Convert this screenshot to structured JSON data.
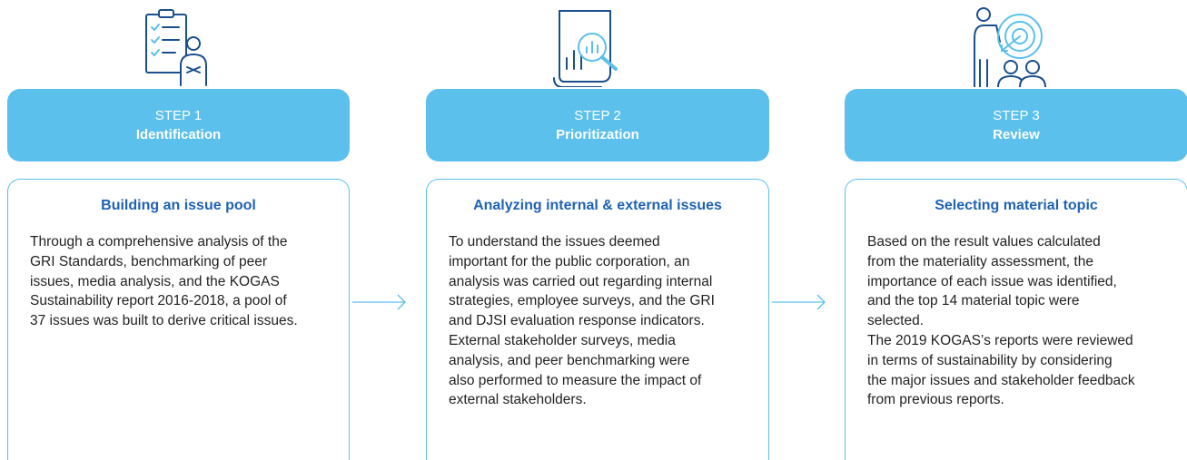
{
  "colors": {
    "accent": "#5bc0ec",
    "title": "#1f62b3",
    "icon_stroke": "#1a4f8c"
  },
  "steps": [
    {
      "icon": "checklist-person-icon",
      "step_label": "STEP 1",
      "step_name": "Identification",
      "title": "Building an issue pool",
      "body": "Through a comprehensive analysis of the\nGRI Standards, benchmarking of peer\nissues, media analysis, and the KOGAS\nSustainability report 2016-2018, a pool of\n37 issues was built to derive critical issues."
    },
    {
      "icon": "document-chart-magnifier-icon",
      "step_label": "STEP 2",
      "step_name": "Prioritization",
      "title": "Analyzing internal & external issues",
      "body": "To understand the issues deemed\nimportant for the public corporation, an\nanalysis was carried out regarding internal\nstrategies, employee surveys, and the GRI\nand DJSI evaluation response indicators.\nExternal stakeholder surveys, media\nanalysis, and peer benchmarking were\nalso performed to measure the impact of\nexternal stakeholders."
    },
    {
      "icon": "target-people-icon",
      "step_label": "STEP 3",
      "step_name": "Review",
      "title": "Selecting material topic",
      "body": "Based on the result values calculated\nfrom the materiality assessment, the\nimportance of each issue was identified,\nand the top 14 material topic were\nselected.\nThe 2019 KOGAS’s reports were reviewed\nin terms of sustainability by considering\nthe major issues and stakeholder feedback\nfrom previous reports."
    }
  ]
}
